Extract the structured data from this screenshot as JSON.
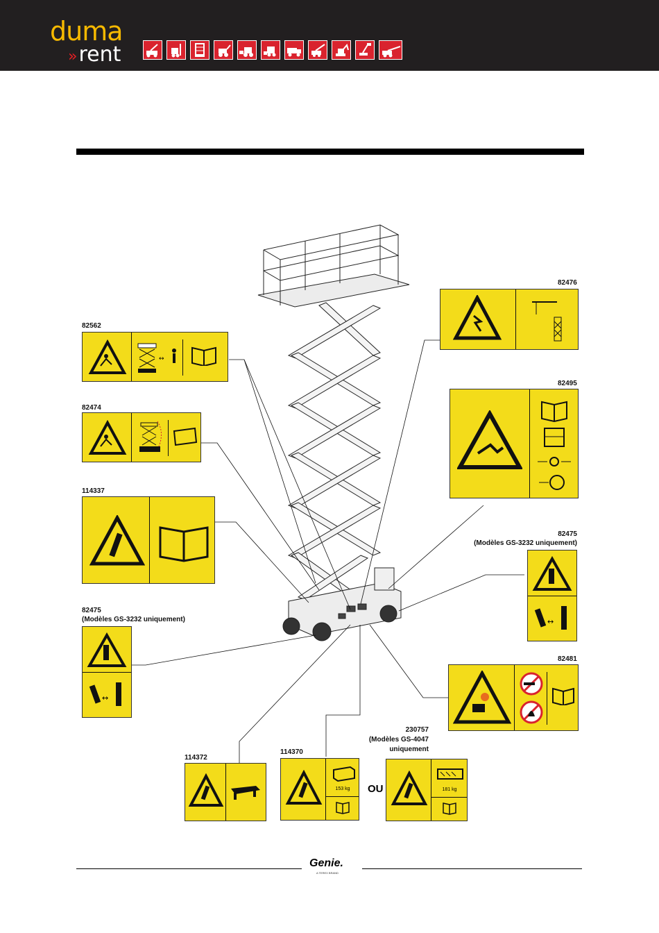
{
  "brand": {
    "name_top": "duma",
    "name_bottom": "rent",
    "chevron": "»"
  },
  "header_icons": [
    "boom-lift-icon",
    "forklift-icon",
    "mast-lift-icon",
    "backhoe-icon",
    "loader-icon",
    "skid-steer-icon",
    "truck-icon",
    "crane-icon",
    "excavator-icon",
    "aerial-boom-icon",
    "telehandler-icon"
  ],
  "decals": {
    "d82476": {
      "code": "82476"
    },
    "d82562": {
      "code": "82562"
    },
    "d82474": {
      "code": "82474"
    },
    "d82495": {
      "code": "82495"
    },
    "d114337": {
      "code": "114337"
    },
    "d82475_right": {
      "code": "82475",
      "note": "(Modèles GS-3232 uniquement)"
    },
    "d82475_left": {
      "code": "82475",
      "note": "(Modèles GS-3232 uniquement)"
    },
    "d82481": {
      "code": "82481"
    },
    "d230757": {
      "code": "230757",
      "note1": "(Modèles GS-4047",
      "note2": "uniquement",
      "weight": "181 kg"
    },
    "d114370": {
      "code": "114370",
      "weight": "153 kg"
    },
    "d114372": {
      "code": "114372"
    }
  },
  "or_label": "OU",
  "footer": {
    "logo": "Genie.",
    "tagline": "A TEREX BRAND"
  },
  "colors": {
    "decal_yellow": "#f3dc1a",
    "header_bg": "#221f20",
    "brand_yellow": "#f7b900",
    "brand_red": "#e31e24"
  }
}
